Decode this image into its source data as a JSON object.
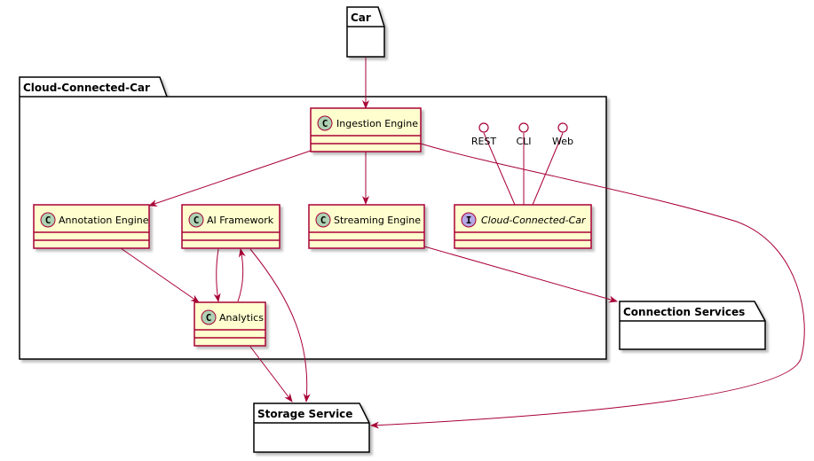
{
  "packages": {
    "car": "Car",
    "cloud_connected_car": "Cloud-Connected-Car",
    "connection_services": "Connection Services",
    "storage_service": "Storage Service"
  },
  "classes": {
    "ingestion_engine": "Ingestion Engine",
    "annotation_engine": "Annotation Engine",
    "ai_framework": "AI Framework",
    "streaming_engine": "Streaming Engine",
    "analytics": "Analytics",
    "interface": "Cloud-Connected-Car"
  },
  "lollipops": {
    "rest": "REST",
    "cli": "CLI",
    "web": "Web"
  },
  "stereotype_letters": {
    "class": "C",
    "interface": "I"
  },
  "colors": {
    "class_fill": "#FEFECE",
    "class_border": "#A80036",
    "arrow": "#A80036",
    "class_spot": "#ADD1B2",
    "interface_spot": "#B4A7E5",
    "package_border": "#000000",
    "shadow": "#c8c8c8"
  }
}
